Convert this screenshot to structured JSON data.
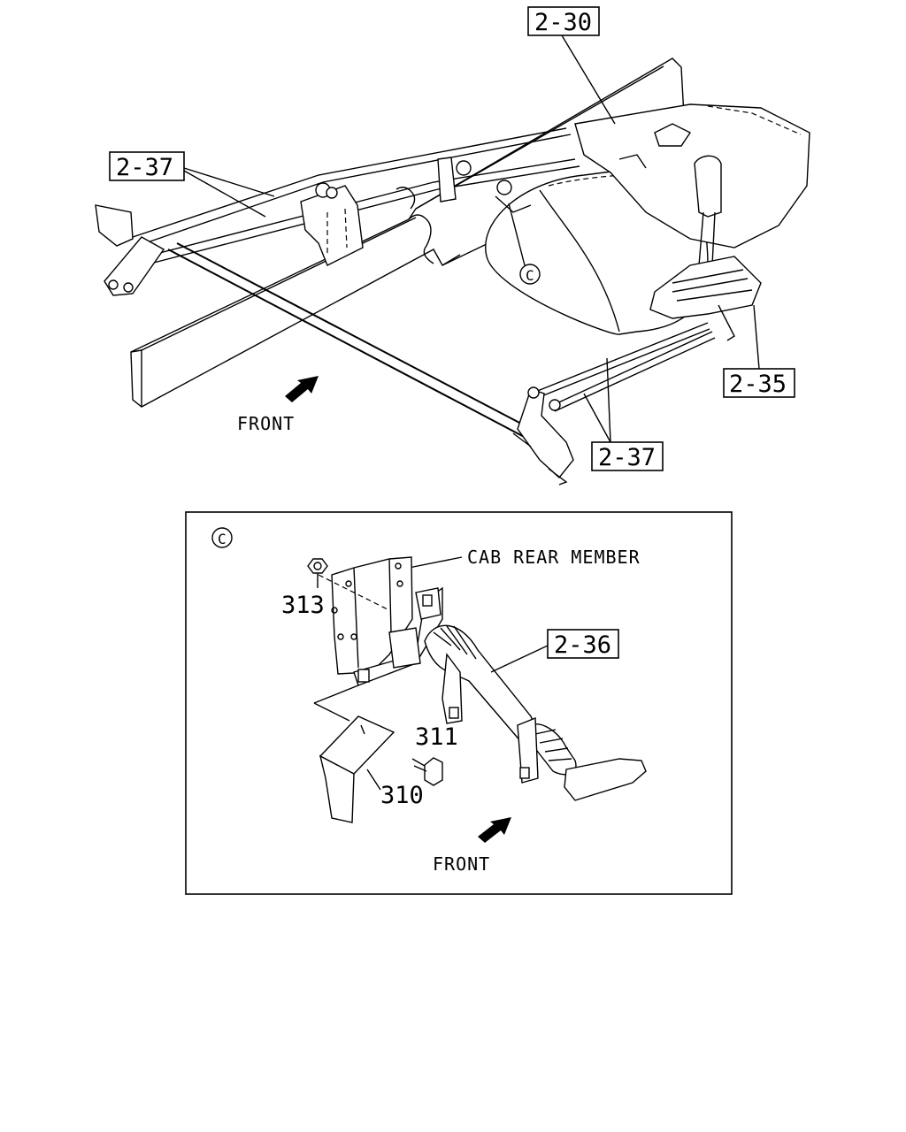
{
  "refs": {
    "r230": "2-30",
    "r237a": "2-37",
    "r237b": "2-37",
    "r235": "2-35",
    "r236": "2-36"
  },
  "labels": {
    "front_top": "FRONT",
    "front_detail": "FRONT",
    "cab_rear_member": "CAB REAR MEMBER",
    "detail_marker_top": "C",
    "detail_marker_box": "C"
  },
  "parts": {
    "p313": "313",
    "p311": "311",
    "p310": "310"
  }
}
